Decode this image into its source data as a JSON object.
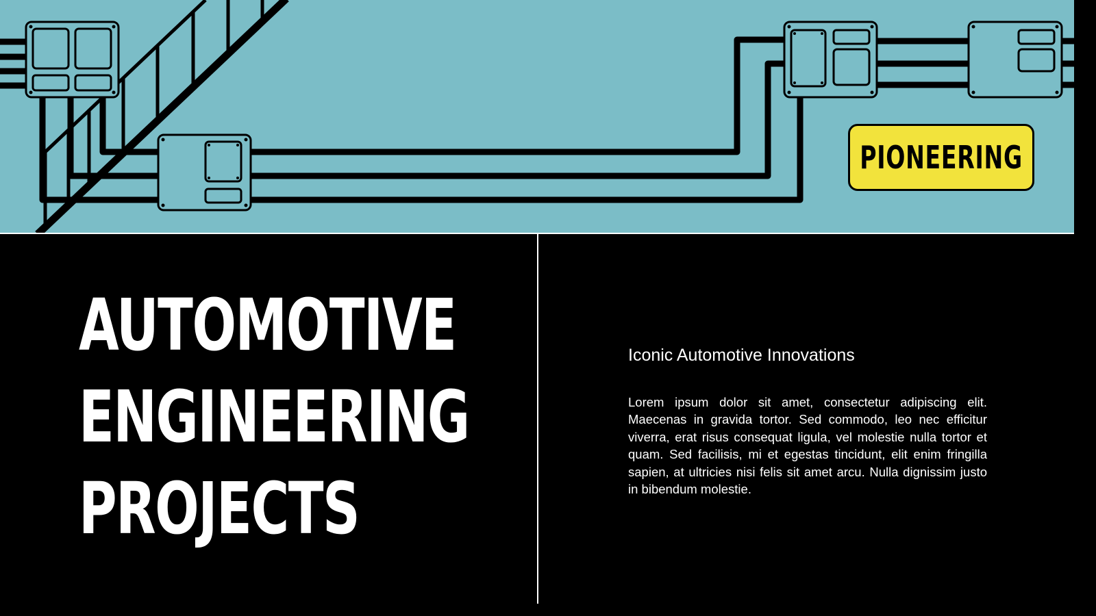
{
  "badge": {
    "label": "PIONEERING"
  },
  "title": {
    "lines": [
      "AUTOMOTIVE",
      "ENGINEERING",
      "PROJECTS"
    ]
  },
  "subtitle": "Iconic Automotive Innovations",
  "body": "Lorem ipsum dolor sit amet, consectetur adipiscing elit. Maecenas in gravida tortor. Sed commodo, leo nec efficitur viverra, erat risus consequat ligula, vel molestie nulla tortor et quam. Sed facilisis, mi et egestas tincidunt, elit enim fringilla sapien, at ultricies nisi felis sit amet arcu. Nulla dignissim justo in bibendum molestie.",
  "colors": {
    "banner": "#7bbdc7",
    "badge": "#f2e33c",
    "background": "#000000",
    "text": "#ffffff"
  },
  "illustration": {
    "name": "pipes-and-electrical-boxes-illustration"
  }
}
